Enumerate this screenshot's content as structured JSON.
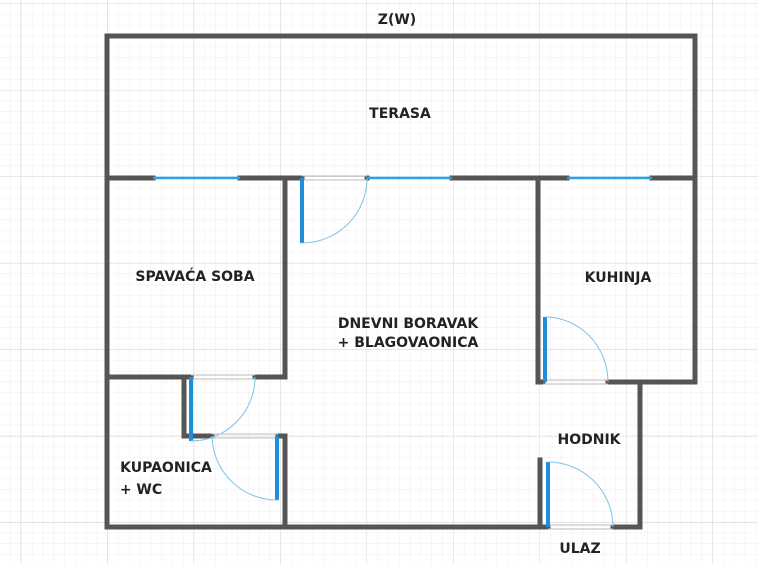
{
  "orientation_label": "Z(W)",
  "rooms": {
    "terrace": "TERASA",
    "bedroom": "SPAVAĆA SOBA",
    "living_line1": "DNEVNI BORAVAK",
    "living_line2": "+ BLAGOVAONICA",
    "kitchen": "KUHINJA",
    "hallway": "HODNIK",
    "bathroom_line1": "KUPAONICA",
    "bathroom_line2": "+ WC",
    "entrance": "ULAZ"
  },
  "colors": {
    "wall": "#555555",
    "window": "#29a3e6",
    "door": "#1e8fdc"
  }
}
